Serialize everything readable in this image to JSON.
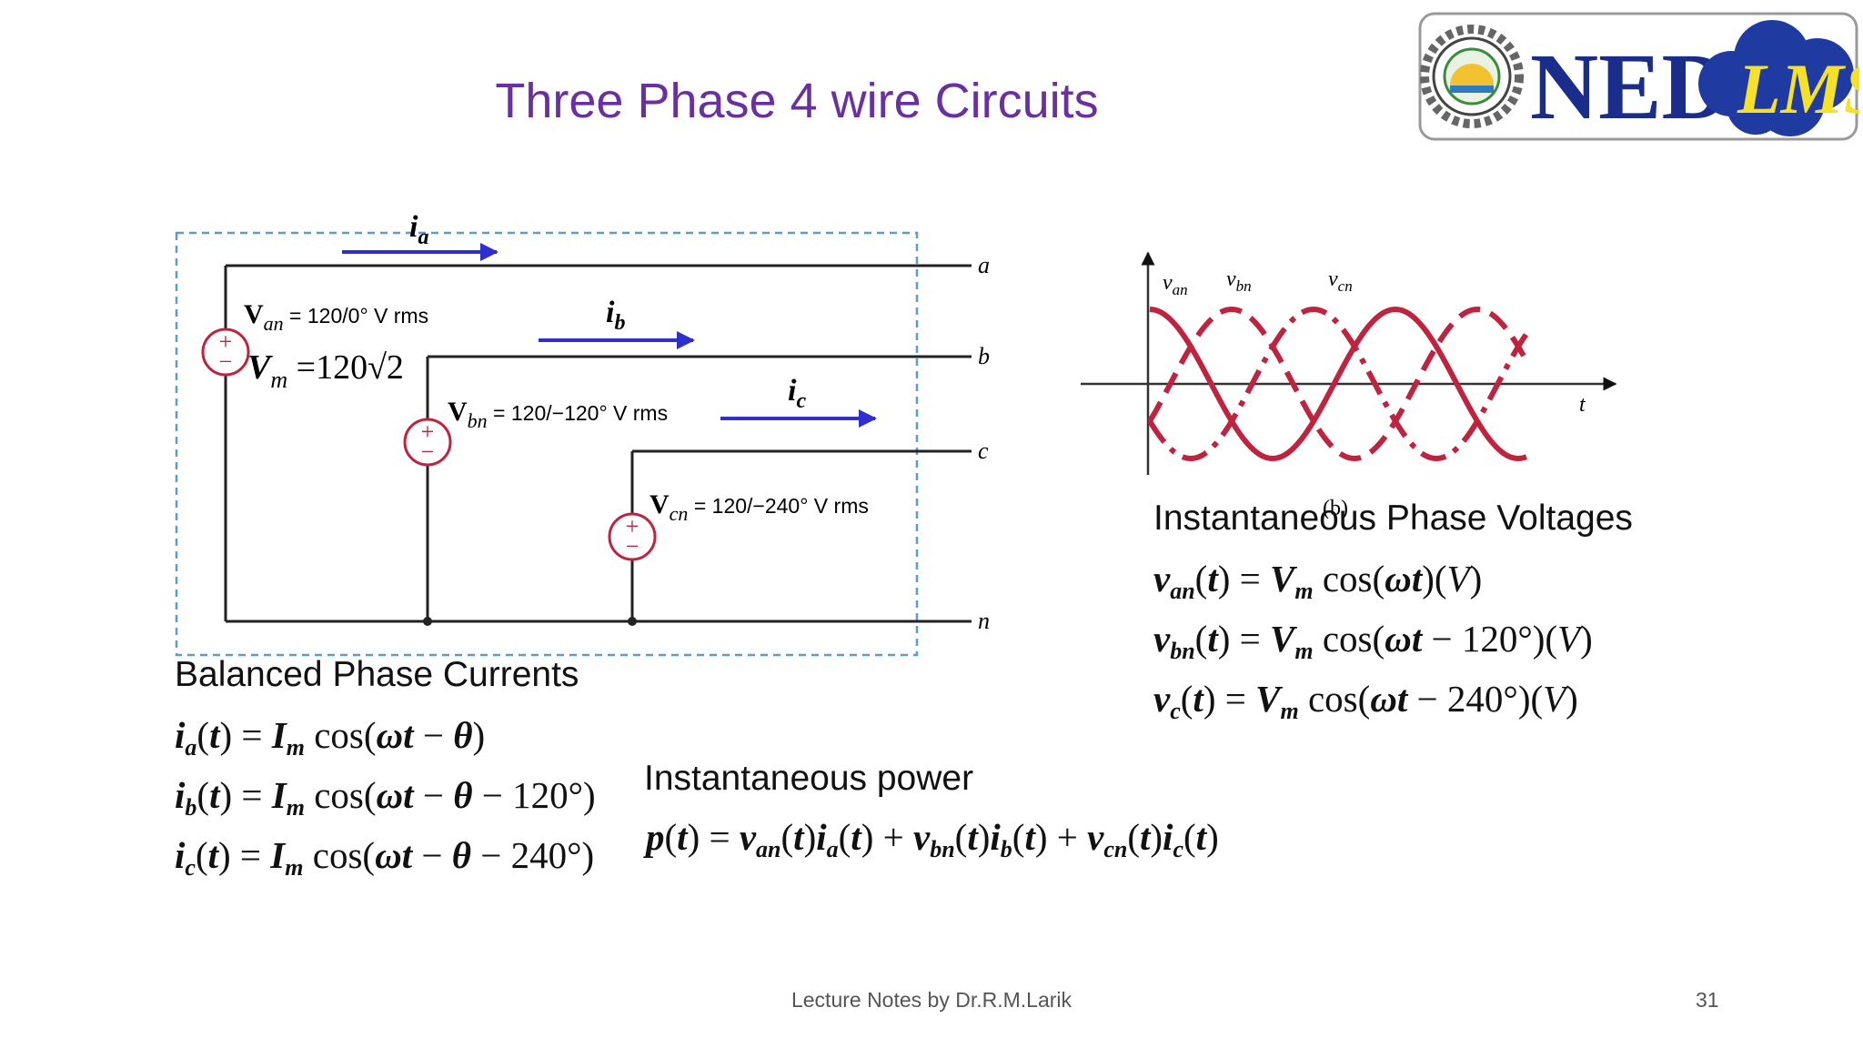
{
  "title": "Three Phase 4 wire Circuits",
  "logo": {
    "text_ned": "NED",
    "text_lms": "LMS"
  },
  "circuit": {
    "current_labels": {
      "ia": "i",
      "ia_sub": "a",
      "ib": "i",
      "ib_sub": "b",
      "ic": "i",
      "ic_sub": "c"
    },
    "node_labels": [
      "a",
      "b",
      "c",
      "n"
    ],
    "source_a": {
      "symbol": "V",
      "sub": "an",
      "rest": " = 120/0° V rms"
    },
    "source_b": {
      "symbol": "V",
      "sub": "bn",
      "rest": " = 120/−120° V rms"
    },
    "source_c": {
      "symbol": "V",
      "sub": "cn",
      "rest": " = 120/−240° V rms"
    },
    "vm": {
      "symbol": "V",
      "sub": "m",
      "eq": " =120√2"
    },
    "plus": "+",
    "minus": "−",
    "accent": "#2f2fd0",
    "source_color": "#c0233e",
    "box_color": "#5b9bd5"
  },
  "waveform": {
    "labels": {
      "van": "v",
      "van_sub": "an",
      "vbn": "v",
      "vbn_sub": "bn",
      "vcn": "v",
      "vcn_sub": "cn",
      "t_axis": "t",
      "fig": "(b)"
    },
    "color": "#c0233e"
  },
  "voltages": {
    "heading": "Instantaneous Phase Voltages",
    "eqs": [
      "vₐₙ(t) = Vₘ cos(ωt)(V)",
      "v_bn(t) = Vₘ cos(ωt − 120°)(V)",
      "v_c(t) = Vₘ cos(ωt − 240°)(V)"
    ]
  },
  "currents": {
    "heading": "Balanced Phase Currents",
    "eqs": [
      "iₐ(t) = Iₘ cos(ωt − θ)",
      "i_b(t) = Iₘ cos(ωt − θ − 120°)",
      "i_c(t) = Iₘ cos(ωt − θ − 240°)"
    ]
  },
  "power": {
    "heading": "Instantaneous power",
    "eq": "p(t) = vₐₙ(t)iₐ(t) + v_bn(t)i_b(t) + v_cn(t)i_c(t)"
  },
  "footer": {
    "credit": "Lecture Notes by Dr.R.M.Larik",
    "page": "31"
  }
}
